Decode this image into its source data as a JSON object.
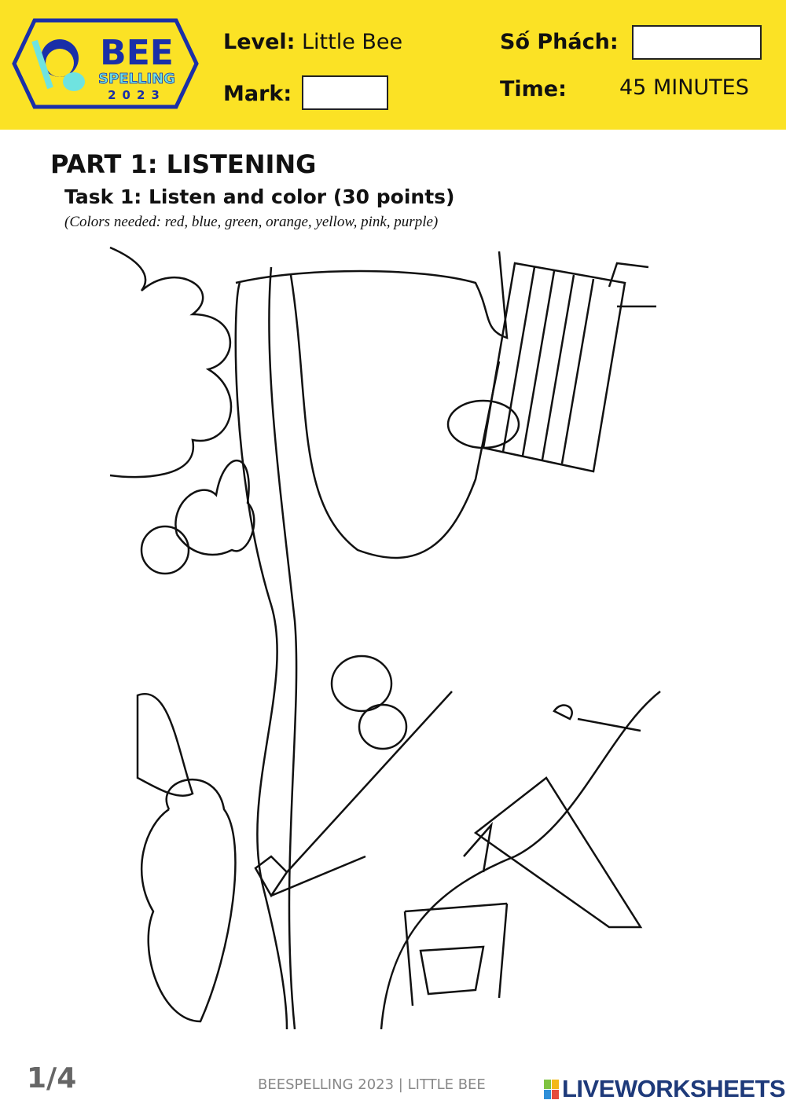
{
  "header": {
    "logo_text": {
      "title": "BEE",
      "subtitle": "SPELLING",
      "year": "2023"
    },
    "level_label": "Level:",
    "level_value": "Little Bee",
    "mark_label": "Mark:",
    "mark_value": "",
    "so_phach_label": "Số Phách:",
    "so_phach_value": "",
    "time_label": "Time:",
    "time_value": "45 MINUTES"
  },
  "content": {
    "part_title": "PART 1: LISTENING",
    "task_title": "Task 1: Listen and color (30 points)",
    "colors_note": "(Colors needed: red, blue, green, orange, yellow, pink, purple)"
  },
  "footer": {
    "page": "1/4",
    "center": "BEESPELLING 2023 | LITTLE BEE",
    "brand": "LIVEWORKSHEETS"
  },
  "colors": {
    "header_bg": "#fbe225",
    "logo_blue": "#1a2fa8",
    "brand_blue": "#1e3a7a"
  }
}
